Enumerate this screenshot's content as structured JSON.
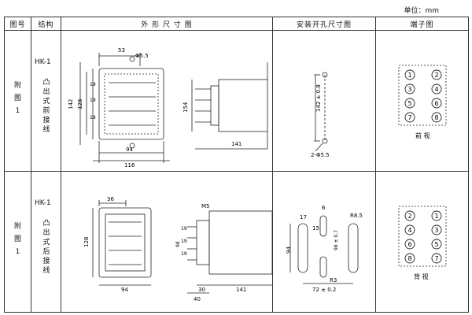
{
  "unit": "单位：mm",
  "headers": [
    "图号",
    "结构",
    "外 形 尺 寸 图",
    "安装开孔尺寸图",
    "端子图"
  ],
  "rows": [
    {
      "fig_label": [
        "附",
        "图",
        "1"
      ],
      "model": "HK-1",
      "structure": [
        "凸",
        "出",
        "式",
        "前",
        "接",
        "线"
      ],
      "outline_dims": {
        "d53": "53",
        "phi55": "Φ5.5",
        "d142": "142",
        "d128": "128",
        "d19a": "19",
        "d19b": "19",
        "d19c": "19",
        "d94": "94",
        "d116": "116",
        "d154": "154",
        "d141": "141"
      },
      "cutout_dims": {
        "d142": "142 ± 0.8",
        "holes": "2-Φ5.5"
      },
      "terminals": [
        "1",
        "2",
        "3",
        "4",
        "5",
        "6",
        "7",
        "8"
      ],
      "terminal_view": "前 视"
    },
    {
      "fig_label": [
        "附",
        "图",
        "1"
      ],
      "model": "HK-1",
      "structure": [
        "凸",
        "出",
        "式",
        "后",
        "接",
        "线"
      ],
      "outline_dims": {
        "d36": "36",
        "d128": "128",
        "d94": "94",
        "m5": "M5",
        "d98": "98",
        "d19a": "19",
        "d19b": "19",
        "d19c": "19",
        "d30": "30",
        "d40": "40",
        "d141": "141"
      },
      "cutout_dims": {
        "d17": "17",
        "d6": "6",
        "d15": "15",
        "r85": "R8.5",
        "d94": "94",
        "d98": "98 ± 0.7",
        "r3": "R3",
        "d72": "72 ± 0.2"
      },
      "terminals": [
        "2",
        "1",
        "4",
        "3",
        "6",
        "5",
        "8",
        "7"
      ],
      "terminal_view": "背 视"
    }
  ]
}
